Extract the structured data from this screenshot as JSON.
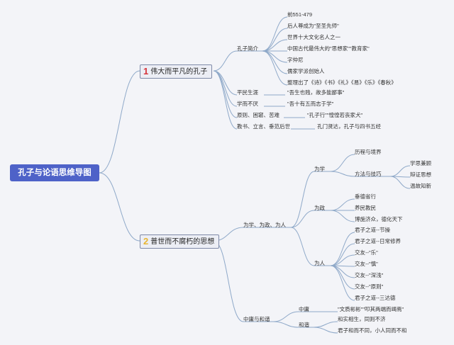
{
  "root": "孔子与论语思维导图",
  "colors": {
    "root_bg": "#4e62c8",
    "line": "#8fa9c9",
    "num1": "#d6333a",
    "num2": "#e8b531"
  },
  "branch1": {
    "number": "1",
    "title": "伟大而平凡的孔子",
    "intro": {
      "label": "孔子简介",
      "items": [
        "前551-479",
        "后人尊成为\"至圣先师\"",
        "世界十大文化名人之一",
        "中国古代最伟大的\"思想家\"\"教育家\"",
        "字仲尼",
        "儒家学派创始人",
        "整理出了《诗》《书》《礼》《易》《乐》《春秋》"
      ]
    },
    "rows": [
      {
        "label": "平民生涯",
        "detail": "\"吾生也贱，故多能鄙事\""
      },
      {
        "label": "学而不厌",
        "detail": "\"吾十有五而志于学\""
      },
      {
        "label": "原则、困窘、苦难",
        "detail": "\"孔子行\"\"惶惶若丧家犬\""
      },
      {
        "label": "教书、立言、垂范后世",
        "detail": "孔门贤达，孔子与四书五经"
      }
    ]
  },
  "branch2": {
    "number": "2",
    "title": "普世而不腐朽的思想",
    "sub1": {
      "label": "为学、为政、为人",
      "xue": {
        "label": "为学",
        "course": "历程与境界",
        "method": {
          "label": "方法与技巧",
          "items": [
            "学思兼顾",
            "辩证思想",
            "温故知新"
          ]
        }
      },
      "zheng": {
        "label": "为政",
        "items": [
          "垂德省行",
          "养民教民",
          "博施济众，德化天下"
        ]
      },
      "ren": {
        "label": "为人",
        "items": [
          "君子之道--节操",
          "君子之道--日常修养",
          "交友--\"乐\"",
          "交友--\"慎\"",
          "交友--\"深浅\"",
          "交友--\"原则\"",
          "君子之道--三达德"
        ]
      }
    },
    "sub2": {
      "label": "中庸与和谐",
      "zhongyong": {
        "label": "中庸",
        "detail": "\"文质彬彬\"\"叩其两端而竭焉\""
      },
      "hexie": {
        "label": "和谐",
        "items": [
          "和实相生，同则不济",
          "君子和而不同，小人同而不和"
        ]
      }
    }
  }
}
